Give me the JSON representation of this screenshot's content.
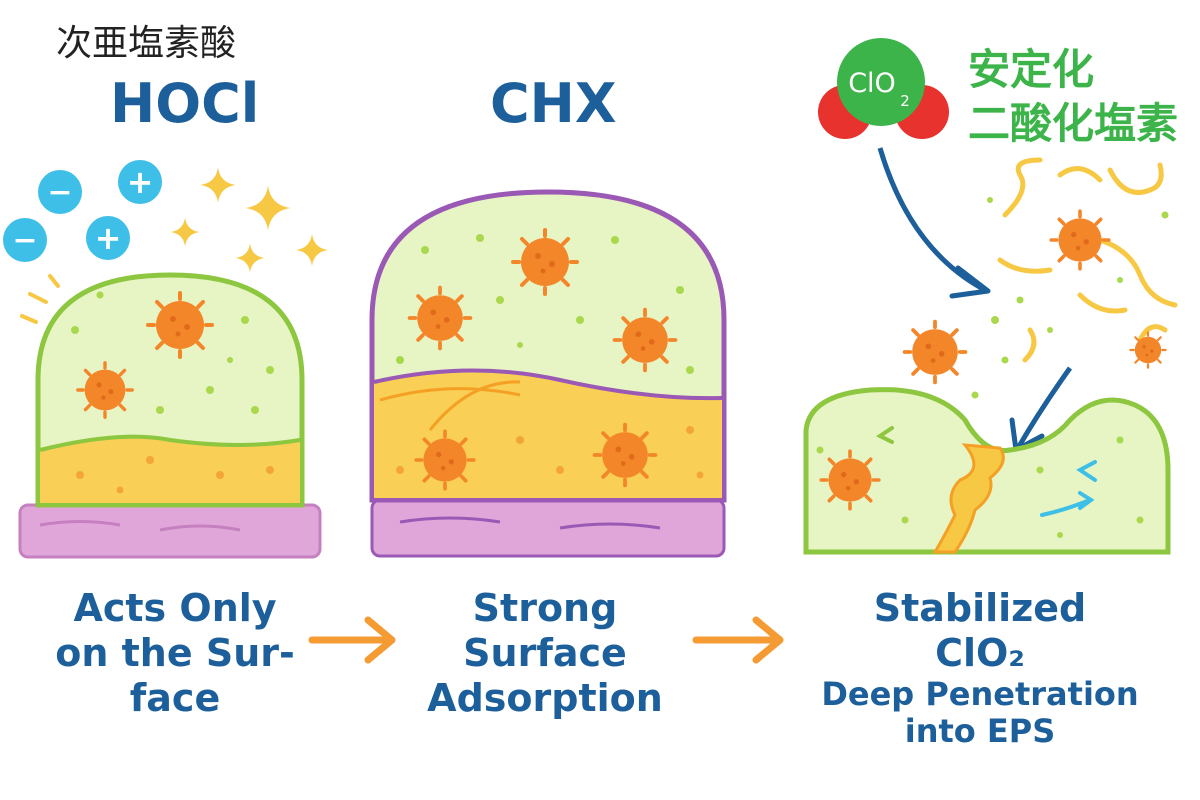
{
  "panels": {
    "hocl": {
      "jp_label": "次亜塩素酸",
      "title": "HOCl",
      "caption": [
        "Acts Only",
        "on the Sur-",
        "face"
      ],
      "ion_minus": "−",
      "ion_plus": "+"
    },
    "chx": {
      "title": "CHX",
      "caption": [
        "Strong",
        "Surface",
        "Adsorption"
      ]
    },
    "clo2": {
      "molecule_label": "ClO",
      "molecule_subscript": "2",
      "jp_label": [
        "安定化",
        "二酸化塩素"
      ],
      "caption": [
        "Stabilized",
        "ClO₂"
      ],
      "caption_sub": [
        "Deep Penetration",
        "into EPS"
      ]
    }
  },
  "colors": {
    "title_blue": "#1d5f9a",
    "jp_green": "#3cb44a",
    "arrow_orange": "#f49b33",
    "biofilm_outline": "#8dc63f",
    "biofilm_fill": "#e7f4c4",
    "bacteria": "#f4862a",
    "substrate": "#e1a6d9",
    "chx_outline": "#9b59b6",
    "ion_blue": "#3dbfe8",
    "sparkle": "#f7c843"
  }
}
